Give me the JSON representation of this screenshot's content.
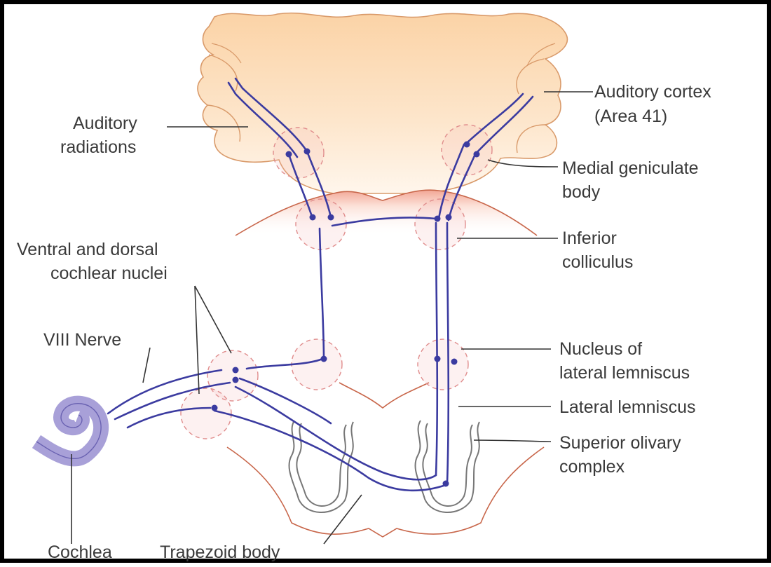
{
  "labels": {
    "auditory_cortex": "Auditory cortex",
    "area_41": "(Area 41)",
    "auditory_radiations_1": "Auditory",
    "auditory_radiations_2": "radiations",
    "medial_geniculate_1": "Medial geniculate",
    "medial_geniculate_2": "body",
    "inferior_colliculus_1": "Inferior",
    "inferior_colliculus_2": "colliculus",
    "cochlear_nuclei_1": "Ventral and dorsal",
    "cochlear_nuclei_2": "cochlear nuclei",
    "viii_nerve": "VIII Nerve",
    "nucleus_lateral_lemniscus_1": "Nucleus of",
    "nucleus_lateral_lemniscus_2": "lateral lemniscus",
    "lateral_lemniscus": "Lateral lemniscus",
    "superior_olivary_1": "Superior olivary",
    "superior_olivary_2": "complex",
    "cochlea": "Cochlea",
    "trapezoid_body": "Trapezoid body"
  },
  "colors": {
    "cortex_fill": "#fbd9b0",
    "cortex_stroke": "#d99a6a",
    "pathway": "#3b3ba0",
    "nucleus_circle": "#e08d8d",
    "brainstem_outline": "#c8664a",
    "cochlea": "#a8a0d8"
  }
}
